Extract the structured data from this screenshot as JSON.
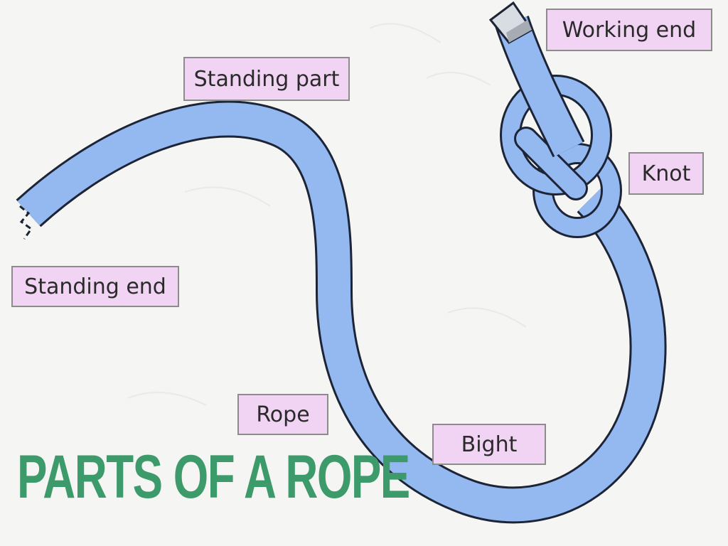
{
  "title": "PARTS OF A ROPE",
  "labels": {
    "working_end": "Working end",
    "standing_part": "Standing part",
    "knot": "Knot",
    "standing_end": "Standing end",
    "rope": "Rope",
    "bight": "Bight"
  },
  "colors": {
    "rope_fill": "#94b8f0",
    "rope_outline": "#1c2436",
    "label_fill": "#f1d3f3",
    "title": "#3d9a6a"
  }
}
